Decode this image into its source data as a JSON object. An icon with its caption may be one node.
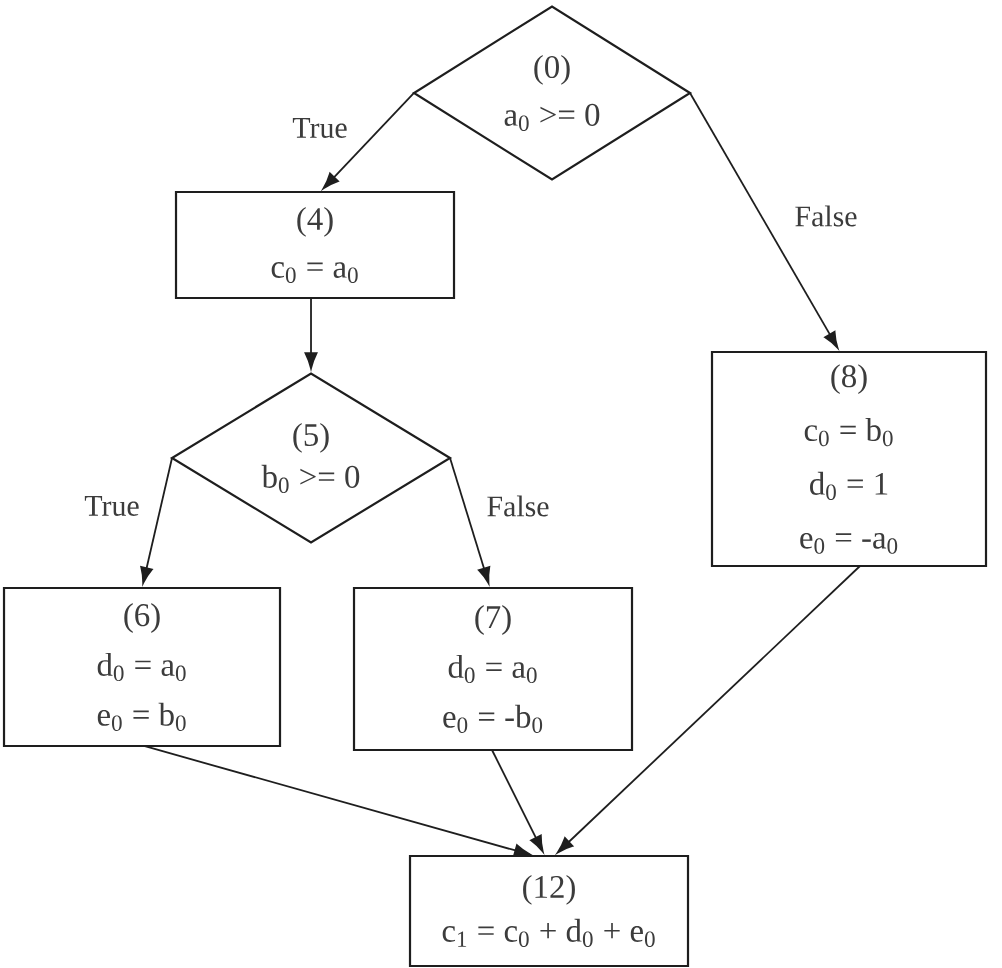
{
  "diagram": {
    "nodes": [
      {
        "text": [
          "(0)",
          "a$_{0}$ >= 0"
        ]
      },
      {
        "text": [
          "(4)",
          "c$_{0}$ = a$_{0}$"
        ]
      },
      {
        "text": [
          "(5)",
          "b$_{0}$ >= 0"
        ]
      },
      {
        "text": [
          "(6)",
          "d$_{0}$ = a$_{0}$",
          "e$_{0}$ = b$_{0}$"
        ]
      },
      {
        "text": [
          "(7)",
          "d$_{0}$ = a$_{0}$",
          "e$_{0}$ = -b$_{0}$"
        ]
      },
      {
        "text": [
          "(8)",
          "c$_{0}$ = b$_{0}$",
          "d$_{0}$ = 1",
          "e$_{0}$ = -a$_{0}$"
        ]
      },
      {
        "text": [
          "(12)",
          "c$_{1}$ = c$_{0}$ + d$_{0}$ + e$_{0}$"
        ]
      }
    ],
    "edges": [
      {
        "from": 0,
        "to": 1,
        "arrow": "to",
        "label": "True"
      },
      {
        "from": 0,
        "to": 5,
        "arrow": "to",
        "label": "False"
      },
      {
        "from": 1,
        "to": 2,
        "arrow": "to"
      },
      {
        "from": 2,
        "to": 3,
        "arrow": "to",
        "label": "True"
      },
      {
        "from": 2,
        "to": 4,
        "arrow": "to",
        "label": "False"
      },
      {
        "from": 3,
        "to": 6,
        "arrow": "to"
      },
      {
        "from": 4,
        "to": 6,
        "arrow": "to"
      },
      {
        "from": 5,
        "to": 6,
        "arrow": "to"
      }
    ]
  }
}
